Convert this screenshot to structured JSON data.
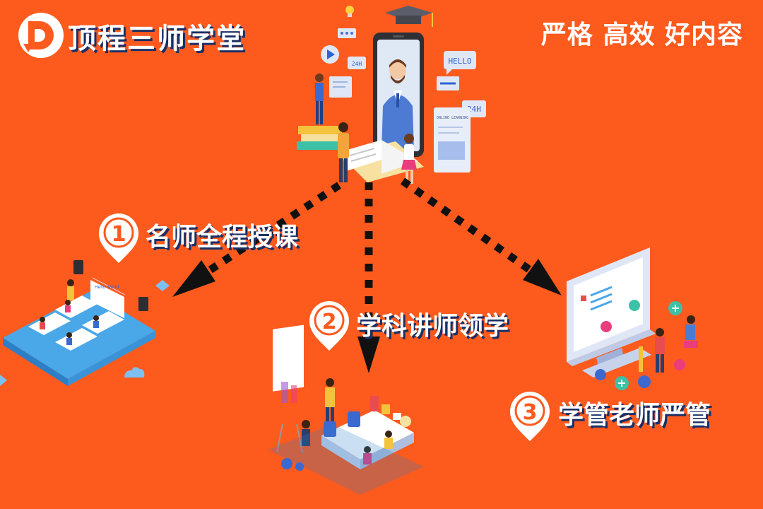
{
  "brand": {
    "logo_icon": "d-letter-logo-icon",
    "name": "顶程三师学堂"
  },
  "slogan": "严格 高效 好内容",
  "steps": [
    {
      "number": "1",
      "label": "名师全程授课",
      "icon": "location-pin-icon"
    },
    {
      "number": "2",
      "label": "学科讲师领学",
      "icon": "location-pin-icon"
    },
    {
      "number": "3",
      "label": "学管老师严管",
      "icon": "location-pin-icon"
    }
  ],
  "illustration_text": {
    "hello": "HELLO",
    "hours_badge": "24H",
    "online_learning": "ONLINE LEARNING",
    "board_greeting": "Hello World"
  },
  "colors": {
    "background": "#fd5a1e",
    "title_shadow": "#1a2f66",
    "arrow": "#111111",
    "pin_fill": "#ffffff",
    "pin_number": "#fd5a1e"
  }
}
